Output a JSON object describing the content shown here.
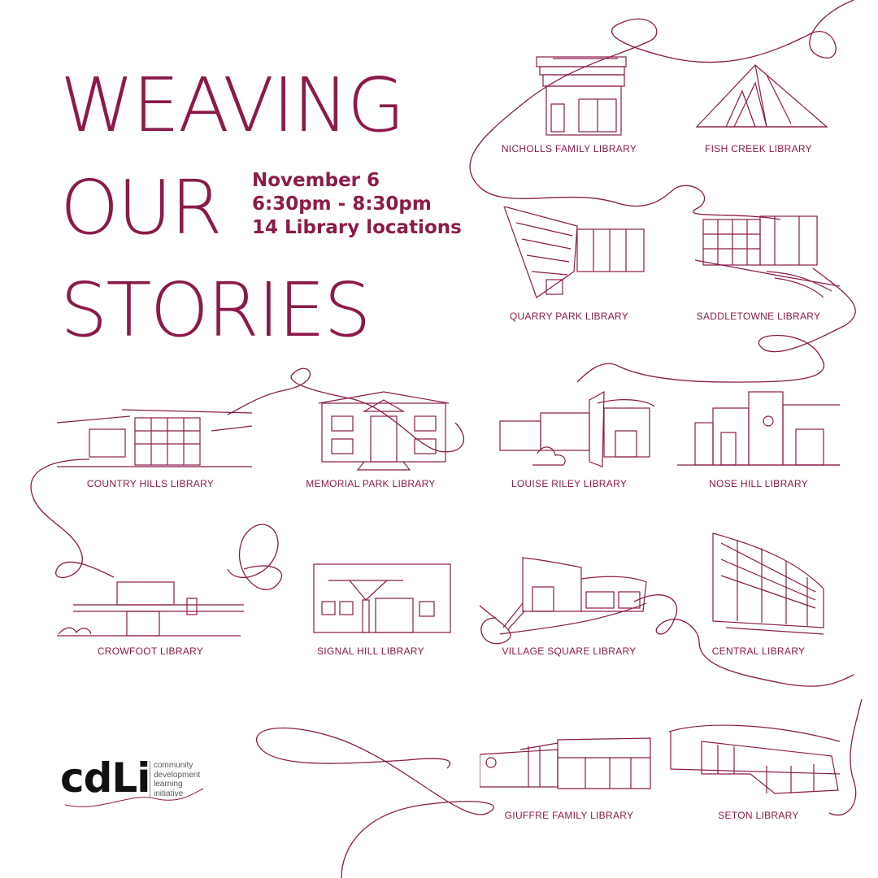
{
  "title": [
    "WEAVING",
    "OUR",
    "STORIES"
  ],
  "event": {
    "date": "November 6",
    "time": "6:30pm - 8:30pm",
    "locations": "14 Library locations"
  },
  "colors": {
    "accent": "#8b1a4a",
    "background": "#ffffff",
    "logo": "#111111"
  },
  "libraries": [
    {
      "name": "NICHOLLS FAMILY LIBRARY",
      "icon": "nicholls-building-icon"
    },
    {
      "name": "FISH CREEK LIBRARY",
      "icon": "fish-creek-building-icon"
    },
    {
      "name": "QUARRY PARK LIBRARY",
      "icon": "quarry-park-building-icon"
    },
    {
      "name": "SADDLETOWNE LIBRARY",
      "icon": "saddletowne-building-icon"
    },
    {
      "name": "COUNTRY HILLS LIBRARY",
      "icon": "country-hills-building-icon"
    },
    {
      "name": "MEMORIAL PARK LIBRARY",
      "icon": "memorial-park-building-icon"
    },
    {
      "name": "LOUISE RILEY LIBRARY",
      "icon": "louise-riley-building-icon"
    },
    {
      "name": "NOSE HILL LIBRARY",
      "icon": "nose-hill-building-icon"
    },
    {
      "name": "CROWFOOT LIBRARY",
      "icon": "crowfoot-building-icon"
    },
    {
      "name": "SIGNAL HILL LIBRARY",
      "icon": "signal-hill-building-icon"
    },
    {
      "name": "VILLAGE SQUARE LIBRARY",
      "icon": "village-square-building-icon"
    },
    {
      "name": "CENTRAL LIBRARY",
      "icon": "central-building-icon"
    },
    {
      "name": "GIUFFRE FAMILY LIBRARY",
      "icon": "giuffre-building-icon"
    },
    {
      "name": "SETON LIBRARY",
      "icon": "seton-building-icon"
    }
  ],
  "logo": {
    "mark": "cdLi",
    "words": [
      "community",
      "development",
      "learning",
      "initiative"
    ]
  }
}
